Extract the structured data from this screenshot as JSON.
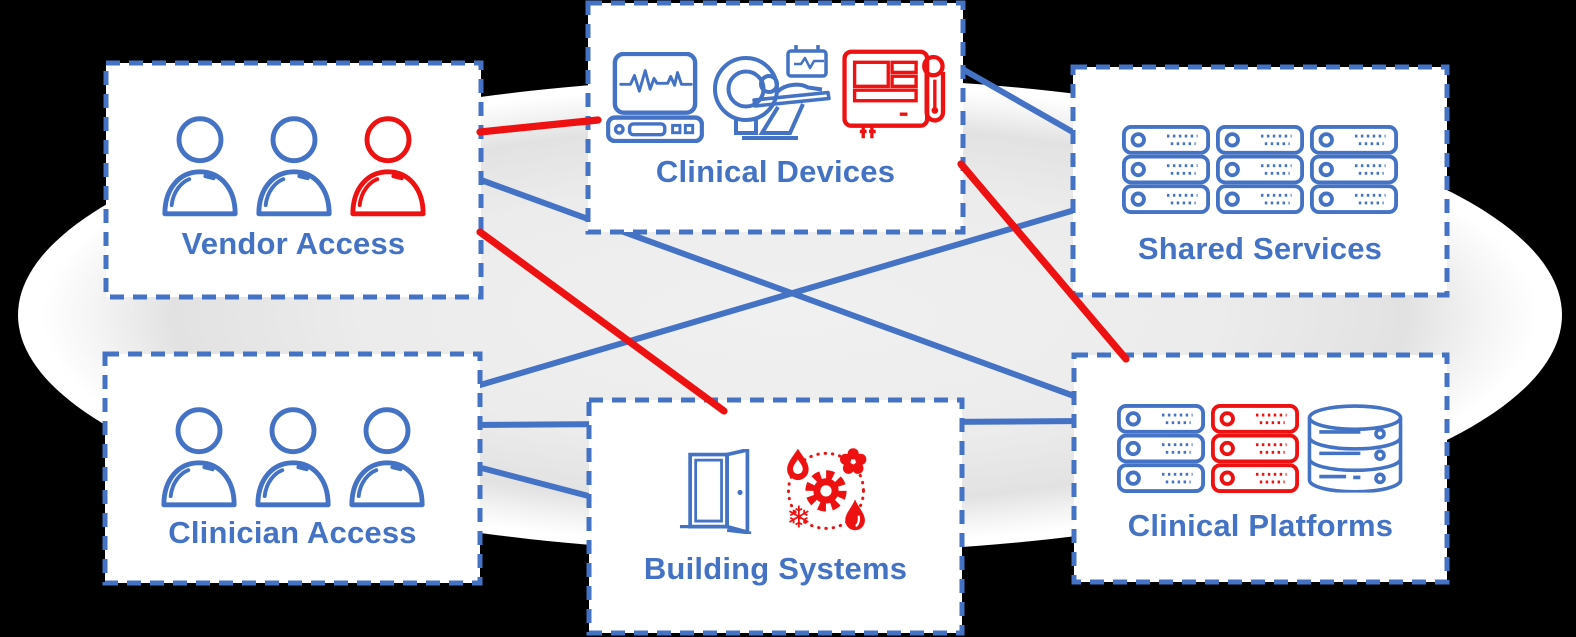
{
  "diagram_title": "",
  "colors": {
    "accent_blue": "#4472C4",
    "alert_red": "#EE1111",
    "box_background": "#FFFFFF",
    "platform_ellipse_gray": "#E8E8E8",
    "canvas_background": "#000000"
  },
  "nodes": [
    {
      "id": "vendor-access",
      "label": "Vendor Access",
      "icons": [
        "person-icon",
        "person-icon",
        "person-icon-red"
      ]
    },
    {
      "id": "clinical-devices",
      "label": "Clinical Devices",
      "icons": [
        "ekg-monitor-icon",
        "mri-scanner-icon",
        "patient-monitor-icon-red"
      ]
    },
    {
      "id": "shared-services",
      "label": "Shared Services",
      "icons": [
        "server-stack-icon",
        "server-stack-icon",
        "server-stack-icon"
      ]
    },
    {
      "id": "clinician-access",
      "label": "Clinician Access",
      "icons": [
        "person-icon",
        "person-icon",
        "person-icon"
      ]
    },
    {
      "id": "building-systems",
      "label": "Building Systems",
      "icons": [
        "open-door-icon",
        "hvac-gear-icon-red"
      ]
    },
    {
      "id": "clinical-platforms",
      "label": "Clinical Platforms",
      "icons": [
        "server-stack-icon",
        "server-stack-icon-red",
        "database-icon"
      ]
    }
  ],
  "connections": [
    {
      "from": "vendor-access",
      "to": "clinical-devices",
      "color": "red"
    },
    {
      "from": "vendor-access",
      "to": "building-systems",
      "color": "red"
    },
    {
      "from": "clinical-devices",
      "to": "clinical-platforms",
      "color": "red"
    },
    {
      "from": "vendor-access",
      "to": "clinical-platforms",
      "color": "blue"
    },
    {
      "from": "clinician-access",
      "to": "shared-services",
      "color": "blue"
    },
    {
      "from": "clinical-devices",
      "to": "shared-services",
      "color": "blue"
    },
    {
      "from": "clinician-access",
      "to": "clinical-platforms",
      "color": "blue"
    },
    {
      "from": "clinician-access",
      "to": "building-systems",
      "color": "blue"
    }
  ]
}
